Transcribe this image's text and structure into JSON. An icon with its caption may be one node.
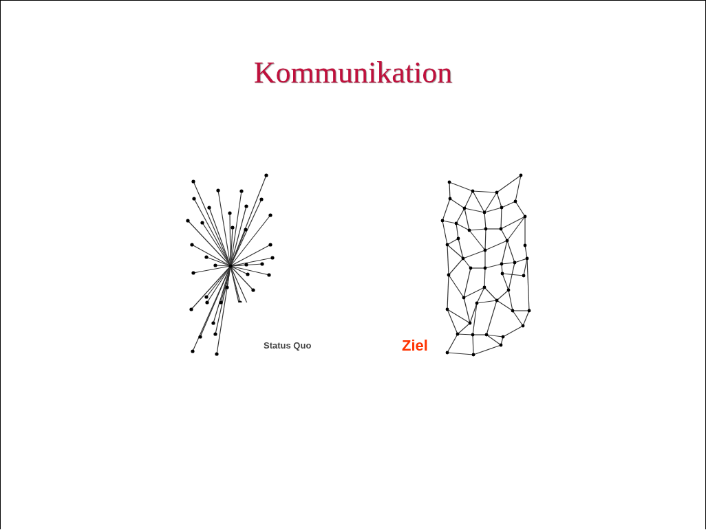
{
  "diagram": {
    "title": "Kommunikation",
    "labels": [
      "Status Quo",
      "Ziel"
    ]
  }
}
